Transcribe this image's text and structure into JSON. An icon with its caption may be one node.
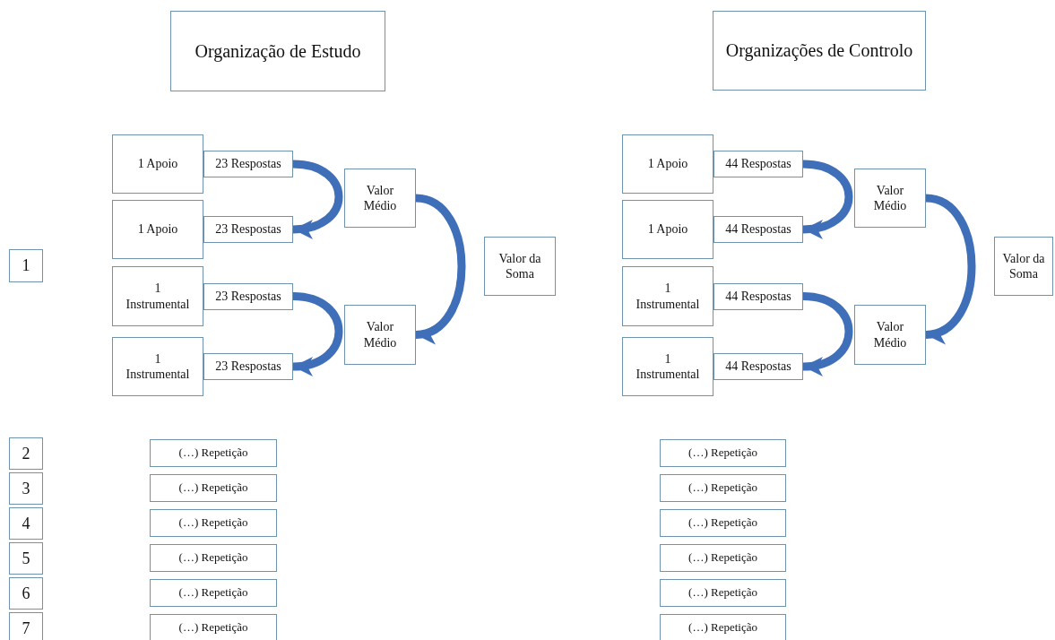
{
  "diagram": {
    "nodes": [
      {
        "text": [
          "Organização de Estudo"
        ]
      },
      {
        "text": [
          "Organizações de Controlo"
        ]
      },
      {
        "text": [
          "1"
        ]
      },
      {
        "text": [
          "1 Apoio"
        ]
      },
      {
        "text": [
          "23 Respostas"
        ]
      },
      {
        "text": [
          "1 Apoio"
        ]
      },
      {
        "text": [
          "23 Respostas"
        ]
      },
      {
        "text": [
          "1 Instrumental"
        ]
      },
      {
        "text": [
          "23 Respostas"
        ]
      },
      {
        "text": [
          "1 Instrumental"
        ]
      },
      {
        "text": [
          "23 Respostas"
        ]
      },
      {
        "text": [
          "Valor Médio"
        ]
      },
      {
        "text": [
          "Valor Médio"
        ]
      },
      {
        "text": [
          "Valor da Soma"
        ]
      },
      {
        "text": [
          "1 Apoio"
        ]
      },
      {
        "text": [
          "44 Respostas"
        ]
      },
      {
        "text": [
          "1 Apoio"
        ]
      },
      {
        "text": [
          "44 Respostas"
        ]
      },
      {
        "text": [
          "1 Instrumental"
        ]
      },
      {
        "text": [
          "44 Respostas"
        ]
      },
      {
        "text": [
          "1 Instrumental"
        ]
      },
      {
        "text": [
          "44 Respostas"
        ]
      },
      {
        "text": [
          "Valor Médio"
        ]
      },
      {
        "text": [
          "Valor Médio"
        ]
      },
      {
        "text": [
          "Valor da Soma"
        ]
      },
      {
        "text": [
          "2"
        ]
      },
      {
        "text": [
          "(…) Repetição"
        ]
      },
      {
        "text": [
          "(…) Repetição"
        ]
      },
      {
        "text": [
          "3"
        ]
      },
      {
        "text": [
          "(…) Repetição"
        ]
      },
      {
        "text": [
          "(…) Repetição"
        ]
      },
      {
        "text": [
          "4"
        ]
      },
      {
        "text": [
          "(…) Repetição"
        ]
      },
      {
        "text": [
          "(…) Repetição"
        ]
      },
      {
        "text": [
          "5"
        ]
      },
      {
        "text": [
          "(…) Repetição"
        ]
      },
      {
        "text": [
          "(…) Repetição"
        ]
      },
      {
        "text": [
          "6"
        ]
      },
      {
        "text": [
          "(…) Repetição"
        ]
      },
      {
        "text": [
          "(…) Repetição"
        ]
      },
      {
        "text": [
          "7"
        ]
      },
      {
        "text": [
          "(…) Repetição"
        ]
      },
      {
        "text": [
          "(…) Repetição"
        ]
      }
    ],
    "edges": [
      {
        "from": 4,
        "to": 6,
        "arrow": "to"
      },
      {
        "from": 8,
        "to": 10,
        "arrow": "to"
      },
      {
        "from": 11,
        "to": 12,
        "arrow": "to"
      },
      {
        "from": 15,
        "to": 17,
        "arrow": "to"
      },
      {
        "from": 19,
        "to": 21,
        "arrow": "to"
      },
      {
        "from": 22,
        "to": 23,
        "arrow": "to"
      }
    ]
  }
}
